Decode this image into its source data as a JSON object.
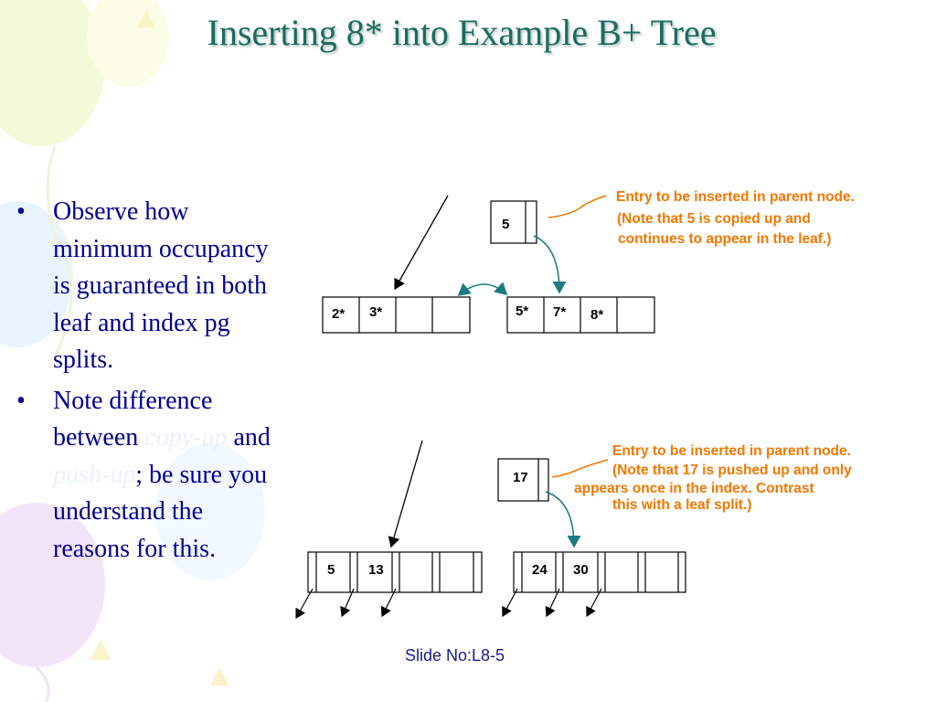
{
  "title": "Inserting 8* into Example B+ Tree",
  "bullets": [
    {
      "text": "Observe how minimum occupancy is guaranteed in both leaf and index pg splits."
    },
    {
      "pre": "Note difference between ",
      "em1": "copy-up",
      "mid": " and ",
      "em2": "push-up",
      "post": "; be sure you understand the reasons for this."
    }
  ],
  "top_diagram": {
    "parent_key": "5",
    "left_leaf": [
      "2*",
      "3*",
      "",
      ""
    ],
    "right_leaf": [
      "5*",
      "7*",
      "8*",
      ""
    ],
    "note_lines": [
      "Entry to be inserted in parent node.",
      "(Note that 5 is copied up and",
      "continues to appear in the leaf.)"
    ]
  },
  "bottom_diagram": {
    "parent_key": "17",
    "left_node": [
      "5",
      "13",
      "",
      ""
    ],
    "right_node": [
      "24",
      "30",
      "",
      ""
    ],
    "note_lines": [
      "Entry to be inserted in parent node.",
      "(Note that 17 is pushed up and only",
      "appears once in the index. Contrast",
      "this with a leaf split.)"
    ]
  },
  "footer": "Slide No:L8-5",
  "colors": {
    "title": "#1b6b60",
    "bullets": "#00008f",
    "notes": "#f07800",
    "arrows": "#1a7a80"
  }
}
